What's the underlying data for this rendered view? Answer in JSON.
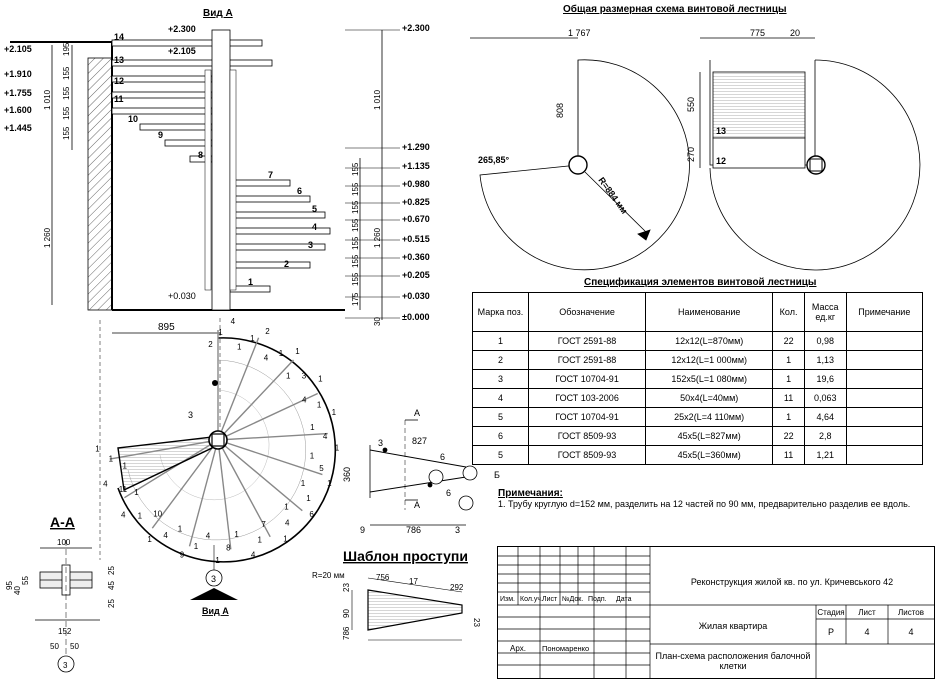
{
  "view_a": {
    "title": "Вид А",
    "left_levels": [
      "+2.105",
      "+1.910",
      "+1.755",
      "+1.600",
      "+1.445"
    ],
    "left_dims": [
      "195",
      "155",
      "155",
      "155",
      "155",
      "1 010",
      "1 260"
    ],
    "right_levels": [
      "+2.300",
      "+1.290",
      "+1.135",
      "+0.980",
      "+0.825",
      "+0.670",
      "+0.515",
      "+0.360",
      "+0.205",
      "+0.030",
      "±0.000"
    ],
    "right_dims": [
      "1 010",
      "155",
      "155",
      "155",
      "155",
      "1 260",
      "155",
      "155",
      "155",
      "175",
      "30"
    ],
    "step_numbers": [
      "14",
      "13",
      "12",
      "11",
      "10",
      "9",
      "8",
      "7",
      "6",
      "5",
      "4",
      "3",
      "2",
      "1"
    ],
    "top_level": "+2.300",
    "mid_level": "+2.105",
    "floor_level": "+0.030",
    "width_dim": "895"
  },
  "plan": {
    "marks": [
      "2",
      "1",
      "4",
      "1",
      "1",
      "2",
      "4",
      "1",
      "1",
      "1",
      "3",
      "1",
      "4",
      "1",
      "1",
      "1",
      "4",
      "1",
      "1",
      "5",
      "1",
      "1",
      "1",
      "6",
      "1",
      "4",
      "1",
      "7",
      "1",
      "4",
      "1",
      "8",
      "1",
      "4",
      "1",
      "9",
      "1",
      "4",
      "1",
      "10",
      "1",
      "4",
      "1",
      "11",
      "4",
      "1",
      "1",
      "1"
    ],
    "section_label": "3",
    "bubble": "3",
    "view_label": "Вид А"
  },
  "section_aa": {
    "title": "А-А",
    "dims": [
      "100",
      "25",
      "95",
      "40",
      "55",
      "25",
      "45",
      "152",
      "50",
      "50"
    ],
    "bubble": "3"
  },
  "tread_template": {
    "title": "Шаблон проступи",
    "radius": "R=20 мм",
    "dims": [
      "23",
      "756",
      "17",
      "292",
      "90",
      "23",
      "786"
    ]
  },
  "general_scheme": {
    "title": "Общая размерная схема винтовой лестницы",
    "dims_left": [
      "1 767",
      "808",
      "R=884 мм",
      "265,85°"
    ],
    "dims_right": [
      "775",
      "20",
      "550",
      "270"
    ],
    "step_labels": [
      "13",
      "12"
    ]
  },
  "beam_detail": {
    "labels": [
      "А",
      "827",
      "6",
      "360",
      "3",
      "6",
      "Б",
      "9",
      "786",
      "3",
      "А"
    ]
  },
  "spec": {
    "title": "Спецификация элементов винтовой лестницы",
    "headers": [
      "Марка поз.",
      "Обозначение",
      "Наименование",
      "Кол.",
      "Масса ед.кг",
      "Примечание"
    ],
    "rows": [
      [
        "1",
        "ГОСТ 2591-88",
        "12x12(L=870мм)",
        "22",
        "0,98",
        ""
      ],
      [
        "2",
        "ГОСТ 2591-88",
        "12x12(L=1 000мм)",
        "1",
        "1,13",
        ""
      ],
      [
        "3",
        "ГОСТ 10704-91",
        "152x5(L=1 080мм)",
        "1",
        "19,6",
        ""
      ],
      [
        "4",
        "ГОСТ 103-2006",
        "50x4(L=40мм)",
        "11",
        "0,063",
        ""
      ],
      [
        "5",
        "ГОСТ 10704-91",
        "25x2(L=4 110мм)",
        "1",
        "4,64",
        ""
      ],
      [
        "6",
        "ГОСТ 8509-93",
        "45x5(L=827мм)",
        "22",
        "2,8",
        ""
      ],
      [
        "5",
        "ГОСТ 8509-93",
        "45x5(L=360мм)",
        "11",
        "1,21",
        ""
      ]
    ]
  },
  "notes": {
    "title": "Примечания:",
    "items": [
      "1. Трубу круглую d=152 мм, разделить на 12 частей по 90 мм, предварительно разделив ее вдоль."
    ]
  },
  "stamp": {
    "project": "Реконструкция жилой кв. по ул. Кричевського 42",
    "object": "Жилая квартира",
    "sheet_title": "План-схема расположения балочной клетки",
    "cols": [
      "Изм.",
      "Кол.уч.",
      "Лист",
      "№Док.",
      "Подп.",
      "Дата"
    ],
    "stage_label": "Стадия",
    "sheet_label": "Лист",
    "sheets_label": "Листов",
    "stage": "Р",
    "sheet": "4",
    "sheets": "4",
    "role": "Арх.",
    "author": "Пономаренко"
  }
}
